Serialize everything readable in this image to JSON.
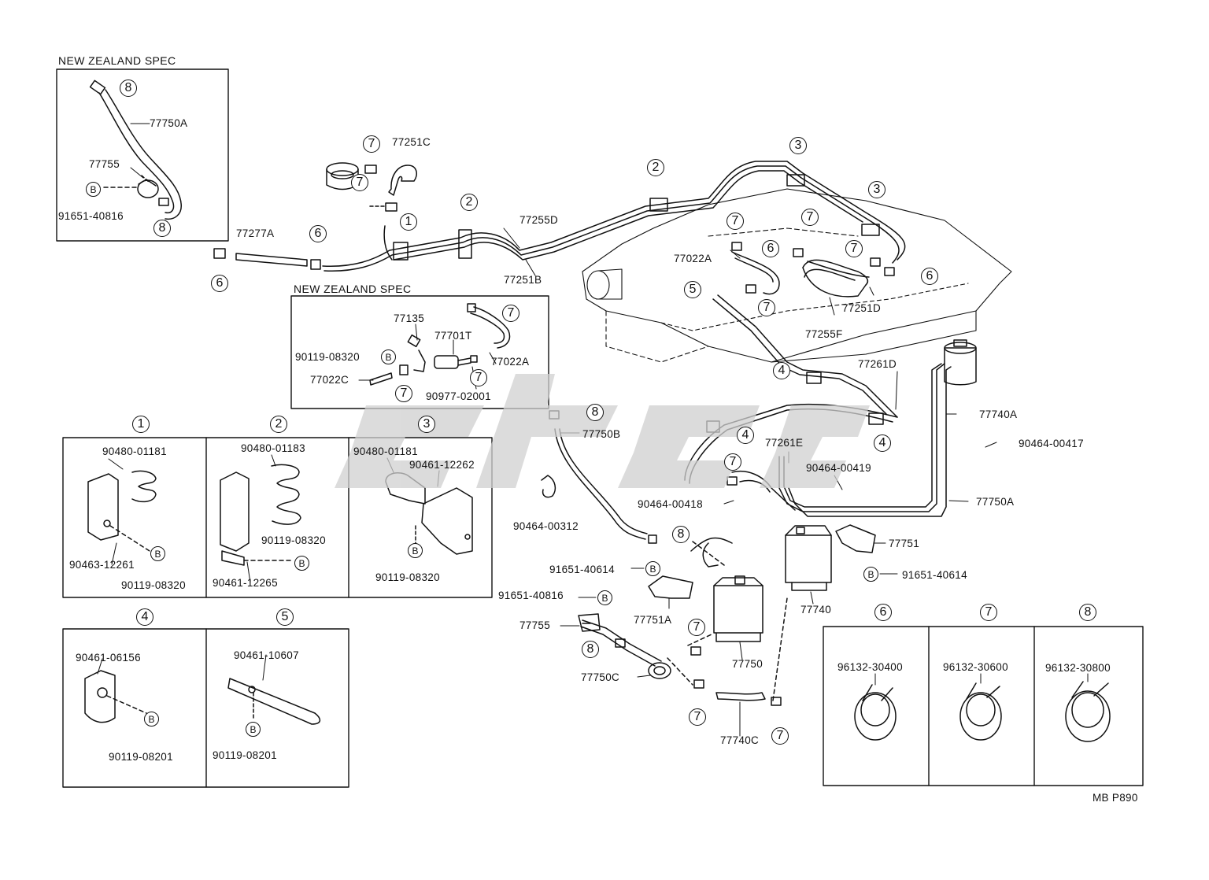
{
  "headers": {
    "nz_spec_top": "NEW ZEALAND SPEC",
    "nz_spec_mid": "NEW ZEALAND SPEC",
    "drawing_code": "MB P890"
  },
  "circle_markers": {
    "one": "1",
    "two": "2",
    "three": "3",
    "four": "4",
    "five": "5",
    "six": "6",
    "seven": "7",
    "eight": "8",
    "bolt": "B"
  },
  "part_labels": {
    "p77750A_nz": "77750A",
    "p77755_nz": "77755",
    "p91651_40816_nz": "91651-40816",
    "p77277A": "77277A",
    "p77251C": "77251C",
    "p77255D": "77255D",
    "p77251B": "77251B",
    "p77022A_tank": "77022A",
    "p77251D": "77251D",
    "p77255F": "77255F",
    "p77135": "77135",
    "p77701T": "77701T",
    "p90119_08320_nz": "90119-08320",
    "p77022A_nz": "77022A",
    "p77022C": "77022C",
    "p90977_02001": "90977-02001",
    "p77261D": "77261D",
    "p77261E": "77261E",
    "p77740A": "77740A",
    "p90464_00417": "90464-00417",
    "p90464_00419": "90464-00419",
    "p90464_00418": "90464-00418",
    "p77750A_main": "77750A",
    "p77750B": "77750B",
    "p90464_00312": "90464-00312",
    "p77751": "77751",
    "p91651_40614_r": "91651-40614",
    "p91651_40614_l": "91651-40614",
    "p77751A": "77751A",
    "p91651_40816": "91651-40816",
    "p77755": "77755",
    "p77740": "77740",
    "p77750": "77750",
    "p77750C": "77750C",
    "p77740C": "77740C"
  },
  "detail_boxes": {
    "box1": {
      "a": "90480-01181",
      "b": "90463-12261",
      "c": "90119-08320"
    },
    "box2": {
      "a": "90480-01183",
      "b": "90119-08320",
      "c": "90461-12265"
    },
    "box3": {
      "a": "90480-01181",
      "b": "90461-12262",
      "c": "90119-08320"
    },
    "box4": {
      "a": "90461-06156",
      "b": "90119-08201"
    },
    "box5": {
      "a": "90461-10607",
      "b": "90119-08201"
    },
    "box6": {
      "a": "96132-30400"
    },
    "box7": {
      "a": "96132-30600"
    },
    "box8": {
      "a": "96132-30800"
    }
  }
}
